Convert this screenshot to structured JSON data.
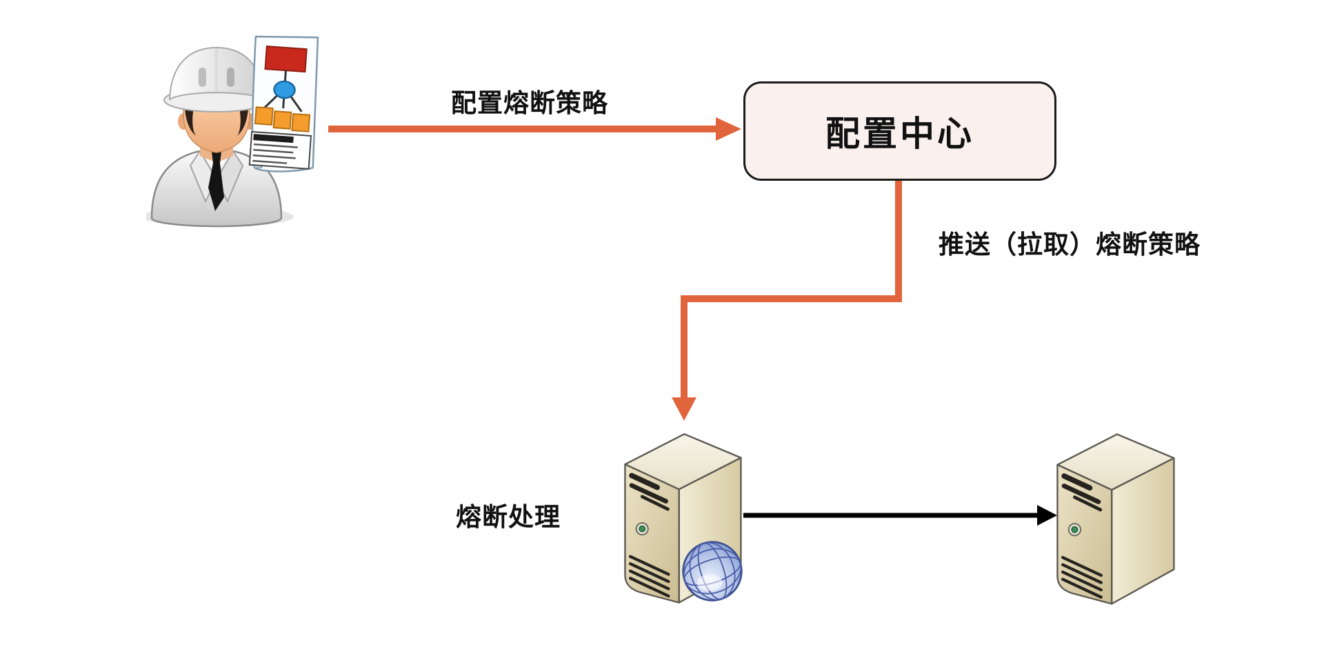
{
  "canvas": {
    "background_color": "#FFFFFF"
  },
  "colors": {
    "edge_orange": "#E0653C",
    "edge_black": "#000000",
    "text": "#111111",
    "config_box_fill": "#FAF0ED",
    "config_box_border": "#1A1A1A"
  },
  "nodes": {
    "engineer": {
      "icon": "engineer-hard-hat-with-flowchart-document"
    },
    "config_center": {
      "label": "配置中心"
    },
    "service_main": {
      "icon": "server-tower-with-globe",
      "side_label": "熔断处理"
    },
    "service_downstream": {
      "icon": "server-tower"
    }
  },
  "edges": {
    "configure": {
      "label": "配置熔断策略"
    },
    "push_pull": {
      "label": "推送（拉取）熔断策略"
    },
    "service_call": {
      "label": ""
    }
  }
}
